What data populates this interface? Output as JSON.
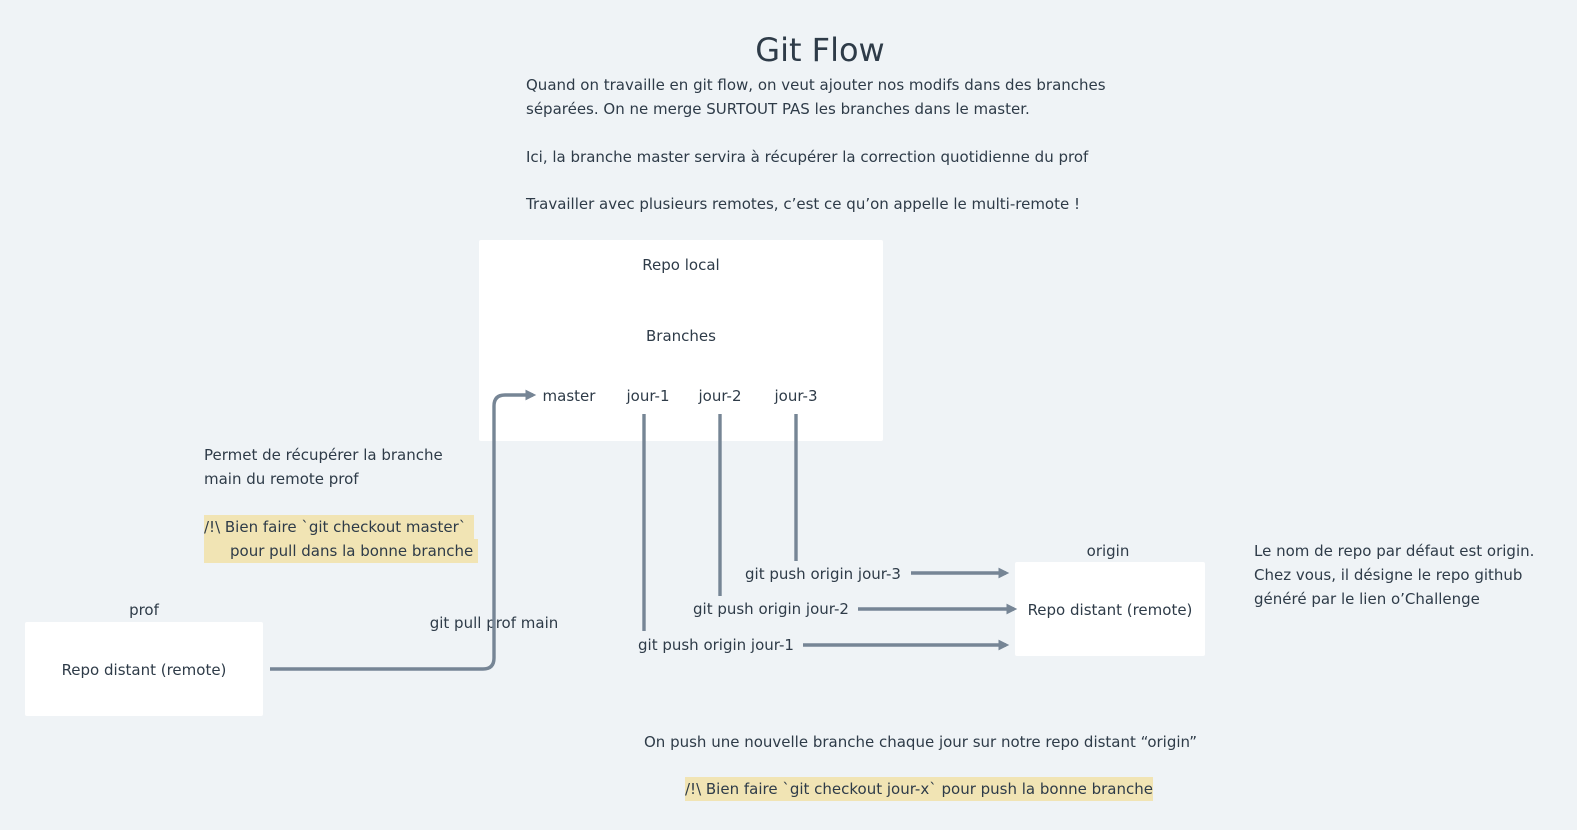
{
  "title": "Git Flow",
  "intro": {
    "line1": "Quand on travaille en git flow, on veut ajouter nos modifs dans des branches",
    "line2": "séparées. On ne merge SURTOUT PAS les branches dans le master.",
    "line3": "Ici, la branche master servira à récupérer la correction quotidienne du prof",
    "line4": "Travailler avec plusieurs remotes, c’est ce qu’on appelle le multi-remote !"
  },
  "local_repo": {
    "title": "Repo local",
    "branches_label": "Branches",
    "branches": [
      "master",
      "jour-1",
      "jour-2",
      "jour-3"
    ]
  },
  "prof_remote": {
    "name": "prof",
    "label": "Repo distant (remote)"
  },
  "origin_remote": {
    "name": "origin",
    "label": "Repo distant (remote)"
  },
  "pull_note": {
    "line1": "Permet de récupérer la branche",
    "line2": "main du remote prof",
    "warn1": "/!\\ Bien faire `git checkout master`",
    "warn2": "pour pull dans la bonne branche"
  },
  "commands": {
    "pull": "git pull prof main",
    "push3": "git push origin jour-3",
    "push2": "git push origin jour-2",
    "push1": "git push origin jour-1"
  },
  "origin_note": {
    "line1": "Le nom de repo par défaut est origin.",
    "line2": "Chez vous, il désigne le repo github",
    "line3": "généré par le lien o’Challenge"
  },
  "push_note": {
    "line1": "On push une nouvelle branche chaque jour sur notre repo distant “origin”",
    "warn": "/!\\ Bien faire `git checkout jour-x` pour push la bonne branche"
  },
  "colors": {
    "background": "#eff3f6",
    "text": "#2e3b48",
    "connector": "#768595",
    "highlight": "#f1e4b4",
    "box": "#ffffff"
  }
}
